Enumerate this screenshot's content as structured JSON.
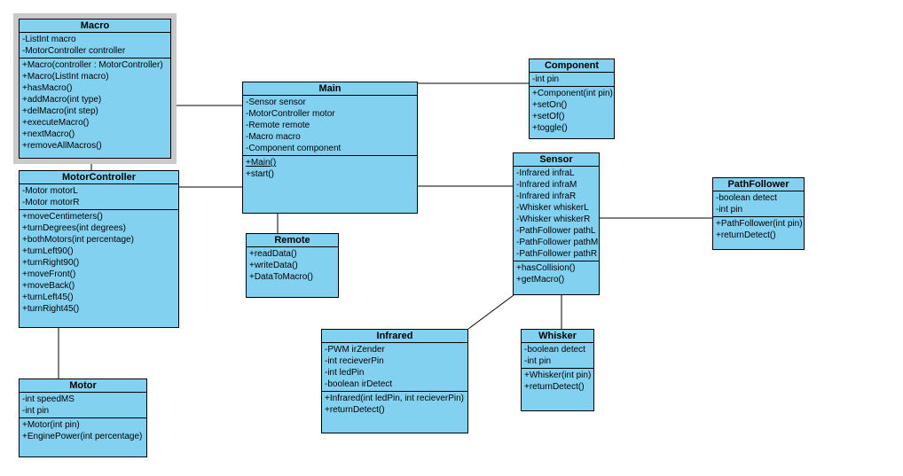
{
  "canvas": {
    "background": "#ffffff",
    "box_fill": "#83d1f1",
    "box_border": "#000000",
    "connector_color": "#000000",
    "selection_frame_color": "#c9c9c9"
  },
  "classes": {
    "macro": {
      "title": "Macro",
      "selected": true,
      "attributes": [
        "-ListInt macro",
        "-MotorController controller"
      ],
      "methods": [
        "+Macro(controller : MotorController)",
        "+Macro(ListInt macro)",
        "+hasMacro()",
        "+addMacro(int type)",
        "+delMacro(int step)",
        "+executeMacro()",
        "+nextMacro()",
        "+removeAllMacros()"
      ]
    },
    "motor_controller": {
      "title": "MotorController",
      "attributes": [
        "-Motor motorL",
        "-Motor motorR"
      ],
      "methods": [
        "+moveCentimeters()",
        "+turnDegrees(int degrees)",
        "+bothMotors(int percentage)",
        "+turnLeft90()",
        "+turnRight90()",
        "+moveFront()",
        "+moveBack()",
        "+turnLeft45()",
        "+turnRight45()"
      ]
    },
    "motor": {
      "title": "Motor",
      "attributes": [
        "-int speedMS",
        "-int pin"
      ],
      "methods": [
        "+Motor(int pin)",
        "+EnginePower(int percentage)"
      ]
    },
    "main": {
      "title": "Main",
      "attributes": [
        "-Sensor sensor",
        "-MotorController motor",
        "-Remote remote",
        "-Macro macro",
        "-Component component"
      ],
      "methods": [
        "+Main()",
        "+start()"
      ]
    },
    "remote": {
      "title": "Remote",
      "methods": [
        "+readData()",
        "+writeData()",
        "+DataToMacro()"
      ]
    },
    "component": {
      "title": "Component",
      "attributes": [
        "-int pin"
      ],
      "methods": [
        "+Component(int pin)",
        "+setOn()",
        "+setOf()",
        "+toggle()"
      ]
    },
    "sensor": {
      "title": "Sensor",
      "attributes": [
        "-Infrared infraL",
        "-Infrared infraM",
        "-Infrared infraR",
        "-Whisker whiskerL",
        "-Whisker whiskerR",
        "-PathFollower pathL",
        "-PathFollower pathM",
        "-PathFollower pathR"
      ],
      "methods": [
        "+hasCollision()",
        "+getMacro()"
      ]
    },
    "path_follower": {
      "title": "PathFollower",
      "attributes": [
        "-boolean detect",
        "-int pin"
      ],
      "methods": [
        "+PathFollower(int pin)",
        "+returnDetect()"
      ]
    },
    "infrared": {
      "title": "Infrared",
      "attributes": [
        "-PWM irZender",
        "-int recieverPin",
        "-int ledPin",
        "-boolean irDetect"
      ],
      "methods": [
        "+Infrared(int ledPin, int recieverPin)",
        "+returnDetect()"
      ]
    },
    "whisker": {
      "title": "Whisker",
      "attributes": [
        "-boolean detect",
        "-int pin"
      ],
      "methods": [
        "+Whisker(int pin)",
        "+returnDetect()"
      ]
    }
  }
}
